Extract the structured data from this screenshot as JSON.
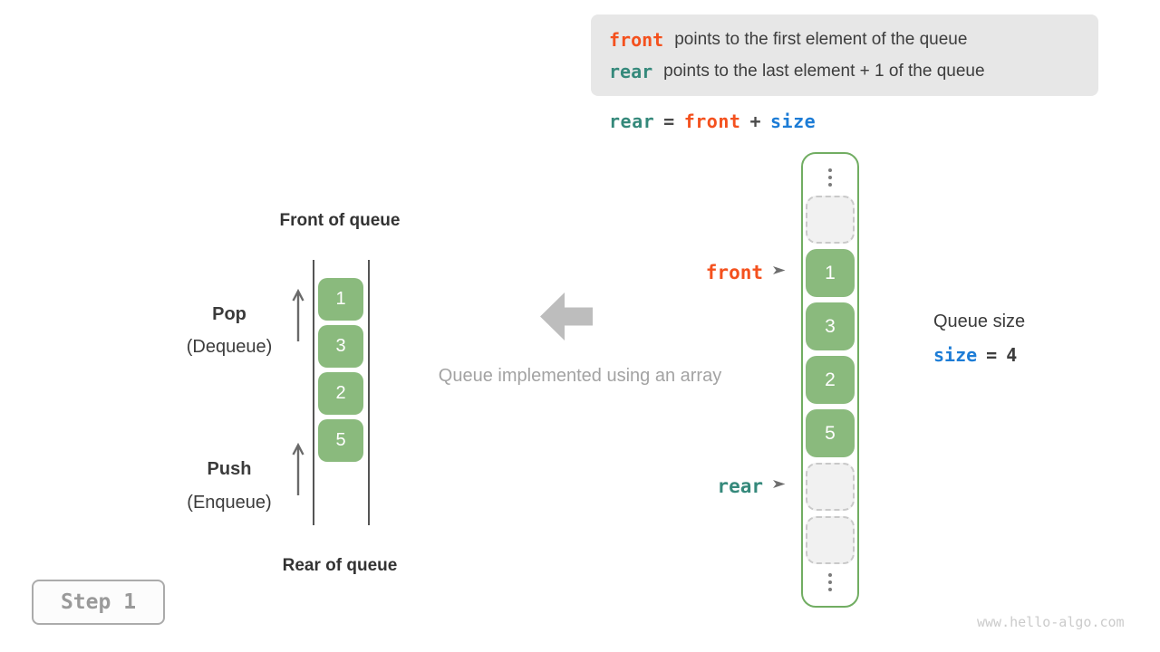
{
  "legend": {
    "items": [
      {
        "keyword": "front",
        "description": "points to the first element of the queue"
      },
      {
        "keyword": "rear",
        "description": "points to the last element + 1 of the queue"
      }
    ]
  },
  "formula": {
    "lhs": "rear",
    "eq": "=",
    "operand1": "front",
    "plus": "+",
    "operand2": "size"
  },
  "queue_diagram": {
    "front_label": "Front of queue",
    "rear_label": "Rear of queue",
    "pop_title": "Pop",
    "pop_subtitle": "(Dequeue)",
    "push_title": "Push",
    "push_subtitle": "(Enqueue)",
    "values": [
      "1",
      "3",
      "2",
      "5"
    ]
  },
  "caption": "Queue implemented using an array",
  "array_diagram": {
    "front_pointer": "front",
    "rear_pointer": "rear",
    "cells": [
      {
        "type": "empty",
        "value": ""
      },
      {
        "type": "value",
        "value": "1"
      },
      {
        "type": "value",
        "value": "3"
      },
      {
        "type": "value",
        "value": "2"
      },
      {
        "type": "value",
        "value": "5"
      },
      {
        "type": "empty",
        "value": ""
      },
      {
        "type": "empty",
        "value": ""
      }
    ]
  },
  "queue_size": {
    "label": "Queue size",
    "variable": "size",
    "eq": "=",
    "value": "4"
  },
  "step_label": "Step 1",
  "watermark": "www.hello-algo.com",
  "colors": {
    "front_orange": "#f4511e",
    "rear_teal": "#35897b",
    "size_blue": "#1c7cd6",
    "cell_green": "#8aba7d",
    "container_border_green": "#71ad62",
    "legend_bg": "#e7e7e7"
  }
}
